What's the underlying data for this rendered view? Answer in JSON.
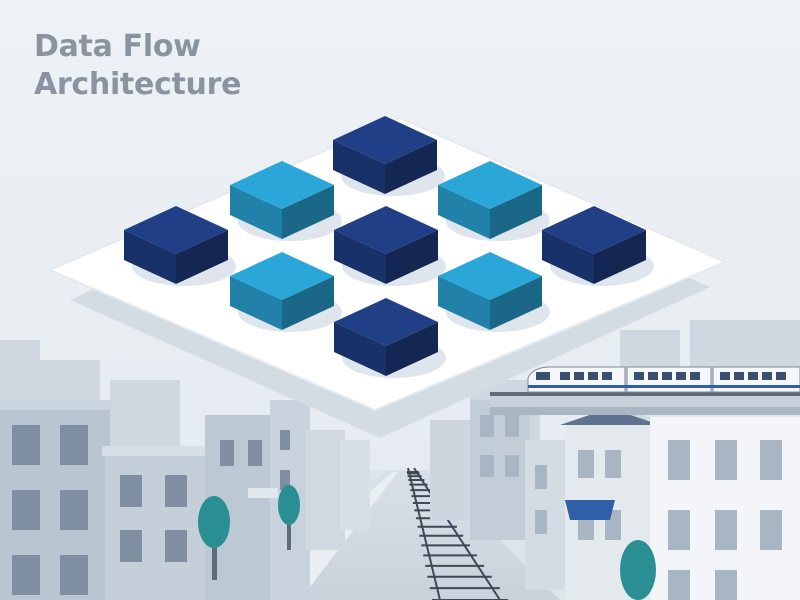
{
  "header": {
    "title_line1": "Data Flow",
    "title_line2": "Architecture"
  },
  "palette": {
    "background": "#e9eef3",
    "platform": "#ffffff",
    "node_dark": "#203f86",
    "node_light": "#2aa6d9",
    "connector": "#ffffff",
    "buildings": "#b7c3cf",
    "rail": "#3f4856",
    "train_stripe": "#2f5fa8",
    "tree": "#2a8f92"
  },
  "diagram": {
    "nodes": [
      {
        "id": "node-top",
        "shade": "dark"
      },
      {
        "id": "node-upper-left",
        "shade": "light"
      },
      {
        "id": "node-upper-right",
        "shade": "light"
      },
      {
        "id": "node-left",
        "shade": "dark"
      },
      {
        "id": "node-center",
        "shade": "dark"
      },
      {
        "id": "node-right",
        "shade": "dark"
      },
      {
        "id": "node-lower-left",
        "shade": "light"
      },
      {
        "id": "node-lower-right",
        "shade": "light"
      },
      {
        "id": "node-bottom",
        "shade": "dark"
      }
    ],
    "edges": [
      [
        "node-top",
        "node-upper-left"
      ],
      [
        "node-top",
        "node-upper-right"
      ],
      [
        "node-upper-left",
        "node-center"
      ],
      [
        "node-upper-right",
        "node-center"
      ],
      [
        "node-upper-left",
        "node-left"
      ],
      [
        "node-upper-right",
        "node-right"
      ],
      [
        "node-left",
        "node-lower-left"
      ],
      [
        "node-right",
        "node-lower-right"
      ],
      [
        "node-center",
        "node-lower-left"
      ],
      [
        "node-center",
        "node-lower-right"
      ],
      [
        "node-lower-left",
        "node-bottom"
      ],
      [
        "node-lower-right",
        "node-bottom"
      ]
    ]
  }
}
